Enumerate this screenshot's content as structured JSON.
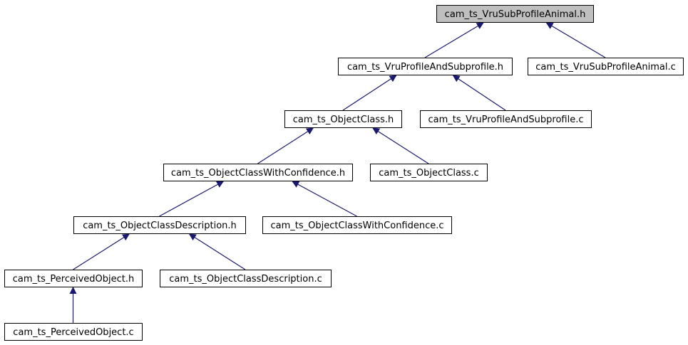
{
  "colors": {
    "edge": "#191970",
    "node_border": "#000000",
    "node_fill": "#ffffff",
    "root_fill": "#bfbfbf"
  },
  "nodes": [
    {
      "id": "n0",
      "label": "cam_ts_VruSubProfileAnimal.h",
      "root": true
    },
    {
      "id": "n1",
      "label": "cam_ts_VruProfileAndSubprofile.h"
    },
    {
      "id": "n2",
      "label": "cam_ts_VruSubProfileAnimal.c"
    },
    {
      "id": "n3",
      "label": "cam_ts_ObjectClass.h"
    },
    {
      "id": "n4",
      "label": "cam_ts_VruProfileAndSubprofile.c"
    },
    {
      "id": "n5",
      "label": "cam_ts_ObjectClassWithConfidence.h"
    },
    {
      "id": "n6",
      "label": "cam_ts_ObjectClass.c"
    },
    {
      "id": "n7",
      "label": "cam_ts_ObjectClassDescription.h"
    },
    {
      "id": "n8",
      "label": "cam_ts_ObjectClassWithConfidence.c"
    },
    {
      "id": "n9",
      "label": "cam_ts_PerceivedObject.h"
    },
    {
      "id": "n10",
      "label": "cam_ts_ObjectClassDescription.c"
    },
    {
      "id": "n11",
      "label": "cam_ts_PerceivedObject.c"
    }
  ],
  "edges": [
    {
      "from": "n1",
      "to": "n0"
    },
    {
      "from": "n2",
      "to": "n0"
    },
    {
      "from": "n3",
      "to": "n1"
    },
    {
      "from": "n4",
      "to": "n1"
    },
    {
      "from": "n5",
      "to": "n3"
    },
    {
      "from": "n6",
      "to": "n3"
    },
    {
      "from": "n7",
      "to": "n5"
    },
    {
      "from": "n8",
      "to": "n5"
    },
    {
      "from": "n9",
      "to": "n7"
    },
    {
      "from": "n10",
      "to": "n7"
    },
    {
      "from": "n11",
      "to": "n9"
    }
  ]
}
